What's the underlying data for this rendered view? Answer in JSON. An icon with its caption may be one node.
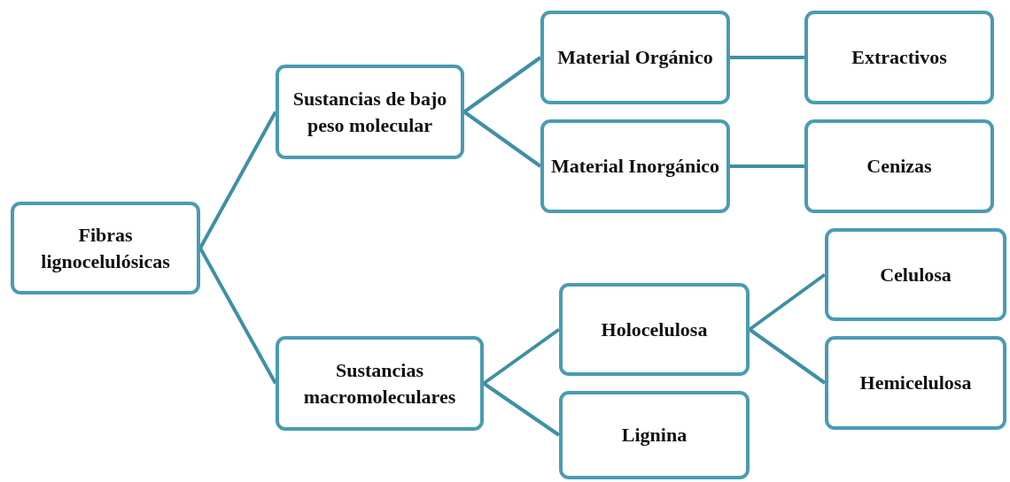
{
  "diagram": {
    "nodes": [
      {
        "text": [
          "Fibras lignocelulósicas"
        ]
      },
      {
        "text": [
          "Sustancias de bajo peso molecular"
        ]
      },
      {
        "text": [
          "Sustancias macromoleculares"
        ]
      },
      {
        "text": [
          "Material Orgánico"
        ]
      },
      {
        "text": [
          "Material Inorgánico"
        ]
      },
      {
        "text": [
          "Extractivos"
        ]
      },
      {
        "text": [
          "Cenizas"
        ]
      },
      {
        "text": [
          "Holocelulosa"
        ]
      },
      {
        "text": [
          "Lignina"
        ]
      },
      {
        "text": [
          "Celulosa"
        ]
      },
      {
        "text": [
          "Hemicelulosa"
        ]
      }
    ],
    "edges": [
      {
        "from": 0,
        "to": 1,
        "arrow": "none"
      },
      {
        "from": 0,
        "to": 2,
        "arrow": "none"
      },
      {
        "from": 1,
        "to": 3,
        "arrow": "none"
      },
      {
        "from": 1,
        "to": 4,
        "arrow": "none"
      },
      {
        "from": 3,
        "to": 5,
        "arrow": "none"
      },
      {
        "from": 4,
        "to": 6,
        "arrow": "none"
      },
      {
        "from": 2,
        "to": 7,
        "arrow": "none"
      },
      {
        "from": 2,
        "to": 8,
        "arrow": "none"
      },
      {
        "from": 7,
        "to": 9,
        "arrow": "none"
      },
      {
        "from": 7,
        "to": 10,
        "arrow": "none"
      }
    ]
  }
}
